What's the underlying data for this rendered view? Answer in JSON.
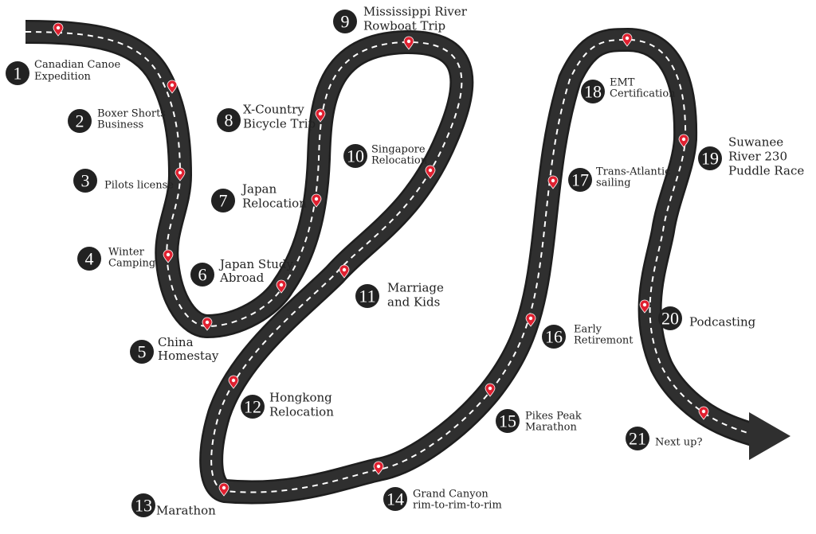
{
  "colors": {
    "road": "#2f2f2f",
    "lane": "#ffffff",
    "pin": "#e02030",
    "badge": "#222222",
    "text": "#222222"
  },
  "milestones": [
    {
      "number": "1",
      "lines": [
        "Canadian Canoe",
        "Expedition"
      ]
    },
    {
      "number": "2",
      "lines": [
        "Boxer Shorts",
        "Business"
      ]
    },
    {
      "number": "3",
      "lines": [
        "Pilots license"
      ]
    },
    {
      "number": "4",
      "lines": [
        "Winter",
        "Camping"
      ]
    },
    {
      "number": "5",
      "lines": [
        "China",
        "Homestay"
      ]
    },
    {
      "number": "6",
      "lines": [
        "Japan Study",
        "Abroad"
      ]
    },
    {
      "number": "7",
      "lines": [
        "Japan",
        "Relocation"
      ]
    },
    {
      "number": "8",
      "lines": [
        "X-Country",
        "Bicycle Trip"
      ]
    },
    {
      "number": "9",
      "lines": [
        "Mississippi River",
        "Rowboat Trip"
      ]
    },
    {
      "number": "10",
      "lines": [
        "Singapore",
        "Relocation"
      ]
    },
    {
      "number": "11",
      "lines": [
        "Marriage",
        "and Kids"
      ]
    },
    {
      "number": "12",
      "lines": [
        "Hongkong",
        "Relocation"
      ]
    },
    {
      "number": "13",
      "lines": [
        "Marathon"
      ]
    },
    {
      "number": "14",
      "lines": [
        "Grand Canyon",
        "rim-to-rim-to-rim"
      ]
    },
    {
      "number": "15",
      "lines": [
        "Pikes Peak",
        "Marathon"
      ]
    },
    {
      "number": "16",
      "lines": [
        "Early",
        "Retiremont"
      ]
    },
    {
      "number": "17",
      "lines": [
        "Trans-Atlantic",
        "sailing"
      ]
    },
    {
      "number": "18",
      "lines": [
        "EMT",
        "Certification"
      ]
    },
    {
      "number": "19",
      "lines": [
        "Suwanee",
        "River 230",
        "Puddle Race"
      ]
    },
    {
      "number": "20",
      "lines": [
        "Podcasting"
      ]
    },
    {
      "number": "21",
      "lines": [
        "Next up?"
      ]
    }
  ]
}
